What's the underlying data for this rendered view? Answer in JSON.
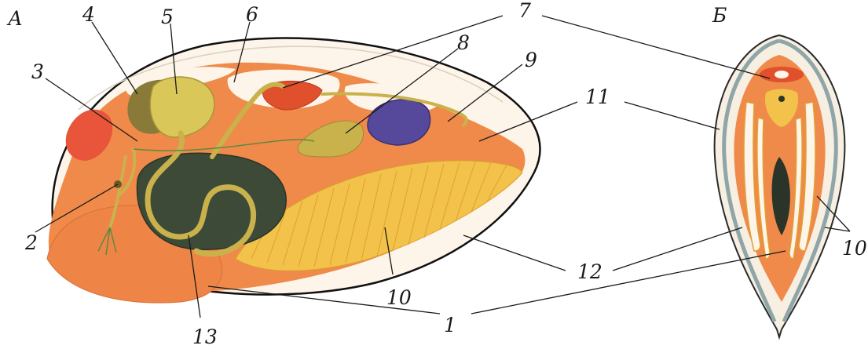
{
  "figure": {
    "panel_a_letter": "А",
    "panel_b_letter": "Б",
    "labels": [
      "1",
      "2",
      "3",
      "4",
      "5",
      "6",
      "7",
      "8",
      "9",
      "10",
      "11",
      "12",
      "13"
    ],
    "colors": {
      "mantle": "#f08a4a",
      "shell_outline": "#111111",
      "gills": "#f3c24a",
      "liver": "#3d4a38",
      "gonad_gland": "#d9c75a",
      "kidney": "#56489a",
      "heart": "#e0502c",
      "gut": "#c9b24c",
      "cavity": "#fdf5e9"
    }
  }
}
